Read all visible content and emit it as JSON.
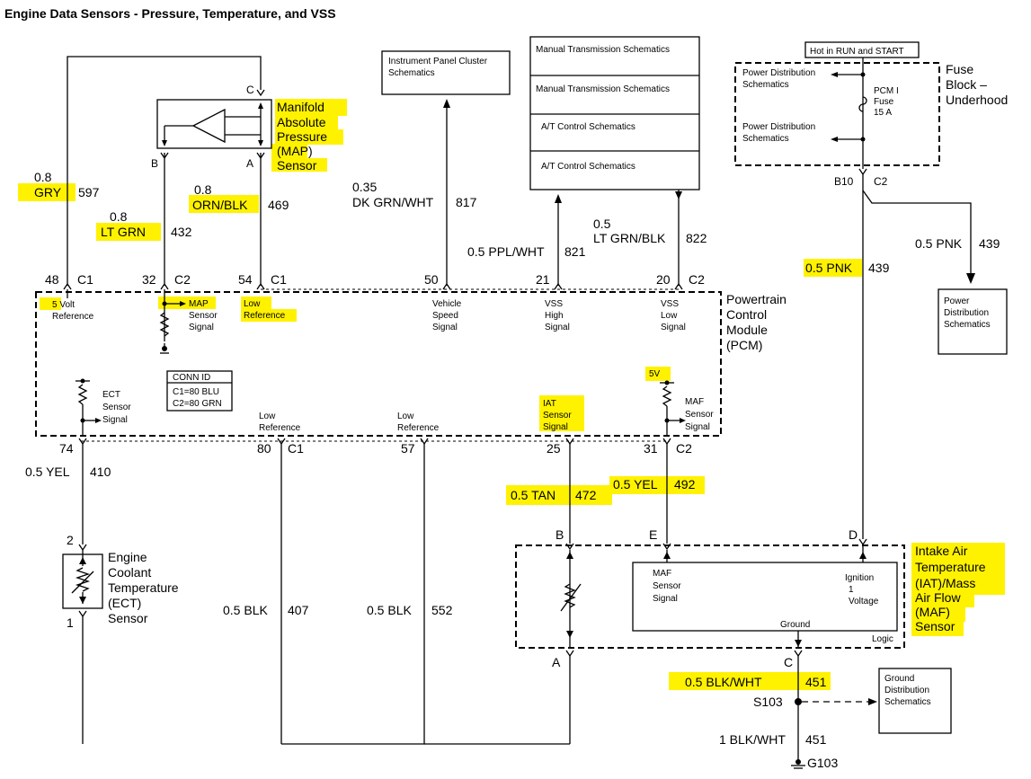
{
  "title": "Engine Data Sensors - Pressure, Temperature, and VSS",
  "colors": {
    "highlight": "#fff200",
    "line": "#000000"
  },
  "map_sensor": {
    "name": [
      "Manifold",
      "Absolute",
      "Pressure",
      "(MAP)",
      "Sensor"
    ],
    "pin_c": "C",
    "pin_b": "B",
    "pin_a": "A"
  },
  "wires": {
    "w597": {
      "size": "0.8",
      "color": "GRY",
      "circuit": "597"
    },
    "w432": {
      "size": "0.8",
      "color": "LT GRN",
      "circuit": "432"
    },
    "w469": {
      "size": "0.8",
      "color": "ORN/BLK",
      "circuit": "469"
    },
    "w817": {
      "size": "0.35",
      "color": "DK GRN/WHT",
      "circuit": "817"
    },
    "w821": {
      "label": "0.5 PPL/WHT",
      "circuit": "821"
    },
    "w822": {
      "size": "0.5",
      "color": "LT GRN/BLK",
      "circuit": "822"
    },
    "w439a": {
      "label": "0.5 PNK",
      "circuit": "439"
    },
    "w439b": {
      "label": "0.5 PNK",
      "circuit": "439"
    },
    "w410": {
      "label": "0.5 YEL",
      "circuit": "410"
    },
    "w407": {
      "label": "0.5 BLK",
      "circuit": "407"
    },
    "w552": {
      "label": "0.5 BLK",
      "circuit": "552"
    },
    "w472": {
      "label": "0.5 TAN",
      "circuit": "472"
    },
    "w492": {
      "label": "0.5 YEL",
      "circuit": "492"
    },
    "w451a": {
      "label": "0.5 BLK/WHT",
      "circuit": "451"
    },
    "w451b": {
      "label": "1 BLK/WHT",
      "circuit": "451"
    }
  },
  "schematic_refs": {
    "ipc": [
      "Instrument Panel Cluster",
      "Schematics"
    ],
    "mt1": "Manual Transmission Schematics",
    "mt2": "Manual Transmission Schematics",
    "at1": "A/T Control Schematics",
    "at2": "A/T Control Schematics",
    "pds": [
      "Power",
      "Distribution",
      "Schematics"
    ],
    "gds": [
      "Ground",
      "Distribution",
      "Schematics"
    ]
  },
  "fuse_block": {
    "hot_label": "Hot in RUN and START",
    "name": [
      "Fuse",
      "Block –",
      "Underhood"
    ],
    "pd1": [
      "Power Distribution",
      "Schematics"
    ],
    "pd2": [
      "Power Distribution",
      "Schematics"
    ],
    "fuse": [
      "PCM I",
      "Fuse",
      "15 A"
    ],
    "connector": "B10",
    "connector_id": "C2"
  },
  "pcm": {
    "name": [
      "Powertrain",
      "Control",
      "Module",
      "(PCM)"
    ],
    "top_pins": [
      {
        "num": "48",
        "conn": "C1"
      },
      {
        "num": "32",
        "conn": "C2"
      },
      {
        "num": "54",
        "conn": "C1"
      },
      {
        "num": "50",
        "conn": ""
      },
      {
        "num": "21",
        "conn": ""
      },
      {
        "num": "20",
        "conn": "C2"
      }
    ],
    "bottom_pins": [
      {
        "num": "74",
        "conn": ""
      },
      {
        "num": "80",
        "conn": "C1"
      },
      {
        "num": "57",
        "conn": ""
      },
      {
        "num": "25",
        "conn": ""
      },
      {
        "num": "31",
        "conn": "C2"
      }
    ],
    "five_volt_ref": [
      "5 Volt",
      "Reference"
    ],
    "map_signal": [
      "MAP",
      "Sensor",
      "Signal"
    ],
    "low_ref_top": [
      "Low",
      "Reference"
    ],
    "vss_signal": [
      "Vehicle",
      "Speed",
      "Signal"
    ],
    "vss_high": [
      "VSS",
      "High",
      "Signal"
    ],
    "vss_low": [
      "VSS",
      "Low",
      "Signal"
    ],
    "conn_id": [
      "CONN ID",
      "C1=80 BLU",
      "C2=80 GRN"
    ],
    "ect_signal": [
      "ECT",
      "Sensor",
      "Signal"
    ],
    "low_ref_80": [
      "Low",
      "Reference"
    ],
    "low_ref_57": [
      "Low",
      "Reference"
    ],
    "iat_signal": [
      "IAT",
      "Sensor",
      "Signal"
    ],
    "five_v": "5V",
    "maf_signal": [
      "MAF",
      "Sensor",
      "Signal"
    ]
  },
  "ect_sensor": {
    "name": [
      "Engine",
      "Coolant",
      "Temperature",
      "(ECT)",
      "Sensor"
    ],
    "pin_top": "2",
    "pin_bottom": "1"
  },
  "iat_maf_sensor": {
    "name": [
      "Intake Air",
      "Temperature",
      "(IAT)/Mass",
      "Air Flow",
      "(MAF)",
      "Sensor"
    ],
    "pin_b": "B",
    "pin_e": "E",
    "pin_d": "D",
    "pin_a": "A",
    "pin_c": "C",
    "maf_signal": [
      "MAF",
      "Sensor",
      "Signal"
    ],
    "ignition": [
      "Ignition",
      "1",
      "Voltage"
    ],
    "ground": "Ground",
    "logic": "Logic"
  },
  "splice": "S103",
  "ground": "G103"
}
